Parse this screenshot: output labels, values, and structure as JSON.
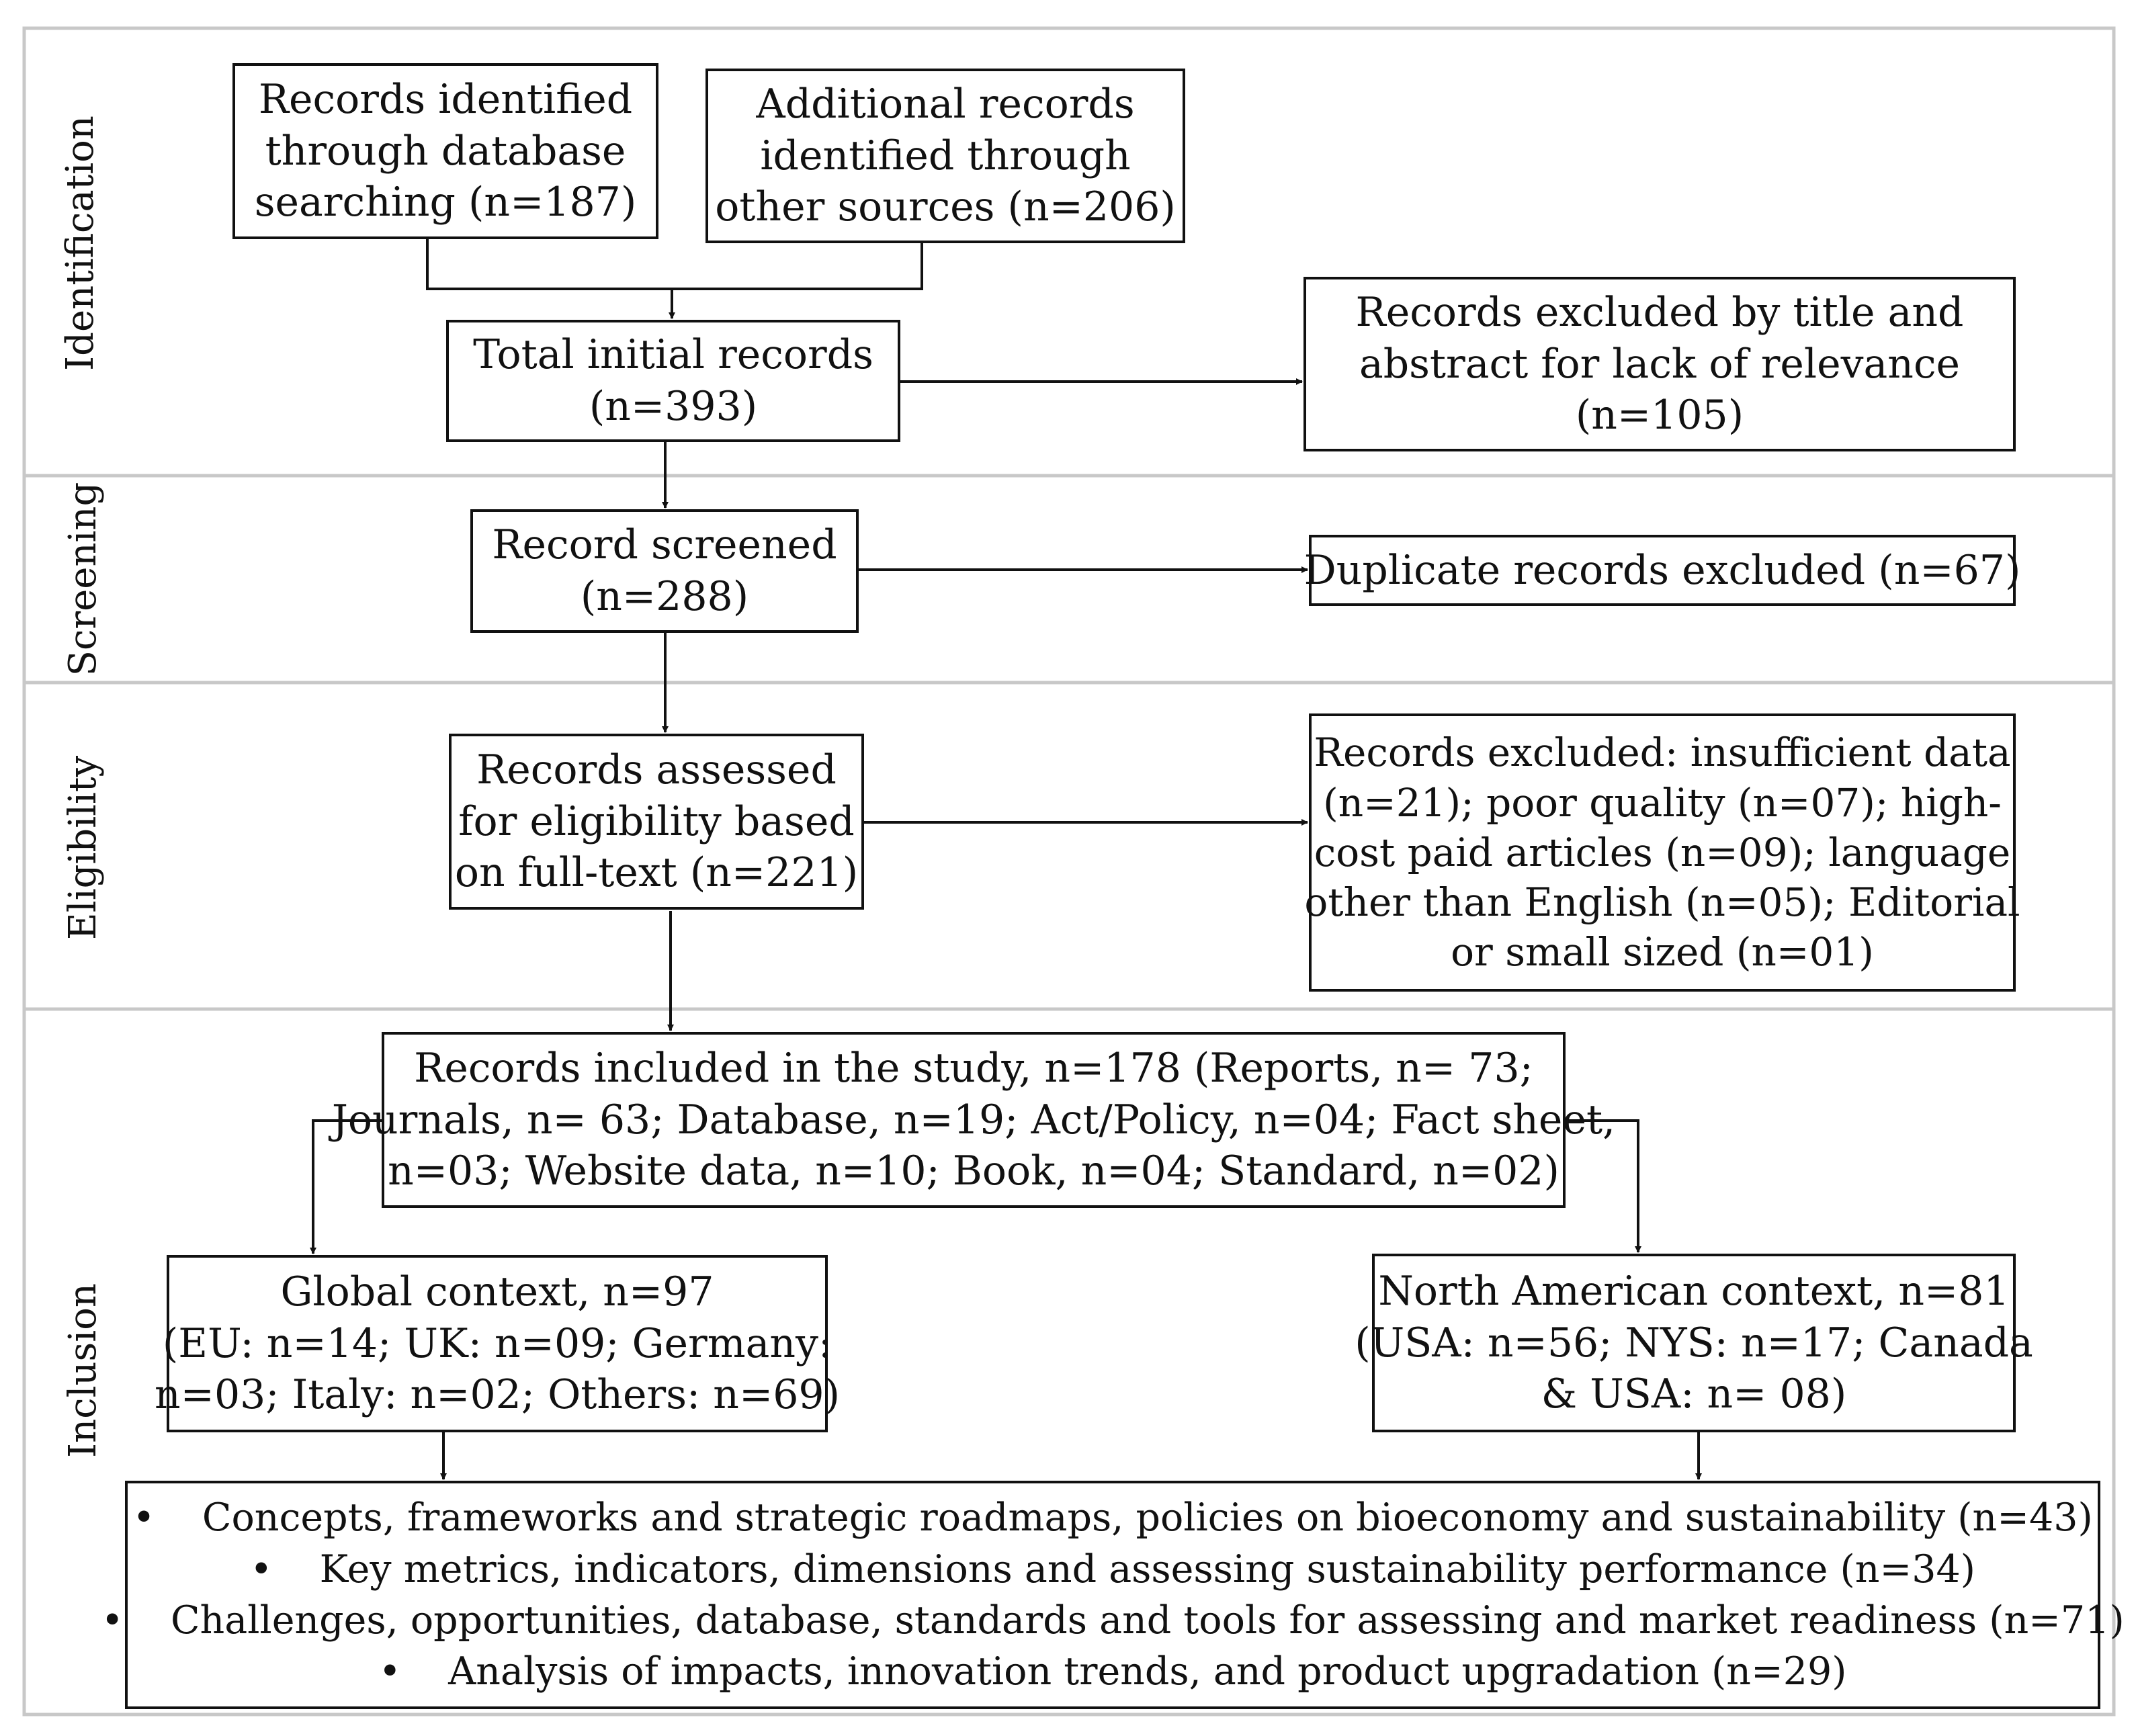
{
  "phases": [
    "Identification",
    "Screening",
    "Eligibility",
    "Inclusion"
  ],
  "boxes": {
    "database": [
      "Records identified",
      "through database",
      "searching (n=187)"
    ],
    "other_sources": [
      "Additional records",
      "identified through",
      "other sources (n=206)"
    ],
    "total": [
      "Total initial records",
      "(n=393)"
    ],
    "excluded_title": [
      "Records excluded by title and",
      "abstract for lack of relevance",
      "(n=105)"
    ],
    "screened": [
      "Record screened",
      "(n=288)"
    ],
    "duplicates": [
      "Duplicate records excluded (n=67)"
    ],
    "assessed": [
      "Records assessed",
      "for eligibility based",
      "on full-text (n=221)"
    ],
    "excluded_eligibility": [
      "Records excluded: insufficient data",
      "(n=21);  poor quality (n=07); high-",
      "cost paid articles (n=09); language",
      "other than English (n=05); Editorial",
      "or small sized (n=01)"
    ],
    "included": [
      "Records included in the study, n=178 (Reports, n= 73;",
      "Journals, n= 63; Database, n=19; Act/Policy, n=04; Fact sheet,",
      "n=03; Website data, n=10; Book, n=04; Standard, n=02)"
    ],
    "global": [
      "Global context, n=97",
      "(EU: n=14; UK: n=09; Germany:",
      "n=03; Italy: n=02; Others: n=69)"
    ],
    "north_america": [
      "North American context, n=81",
      "(USA: n=56; NYS: n=17; Canada",
      "& USA: n= 08)"
    ]
  },
  "themes": [
    "Concepts, frameworks and strategic roadmaps, policies on bioeconomy and sustainability (n=43)",
    "Key metrics, indicators, dimensions and assessing sustainability performance (n=34)",
    "Challenges, opportunities, database, standards and tools for assessing and market readiness (n=71)",
    "Analysis of impacts, innovation trends, and product upgradation (n=29)"
  ]
}
